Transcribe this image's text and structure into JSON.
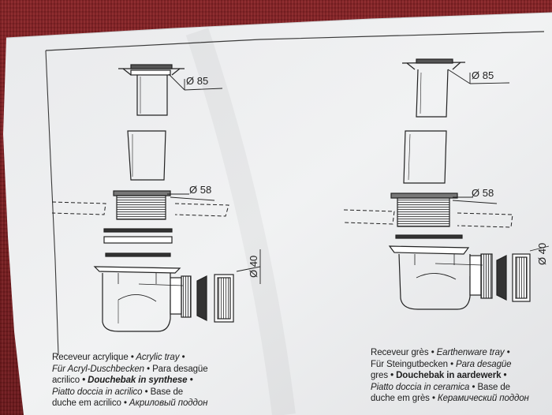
{
  "diagram_left": {
    "dim_85": "Ø 85",
    "dim_58": "Ø 58",
    "dim_40": "Ø 40"
  },
  "diagram_right": {
    "dim_85": "Ø 85",
    "dim_58": "Ø 58",
    "dim_40": "Ø 40"
  },
  "caption_left": {
    "l1_a": "Receveur acrylique",
    "l1_b": " • Acrylic tray •",
    "l2_a": "Für Acryl-Duschbecken",
    "l2_b": " • Para desagüe",
    "l3_a": "acrilico",
    "l3_b": " • Douchebak in synthese •",
    "l4_a": "Piatto doccia in acrilico",
    "l4_b": " • Base de",
    "l5_a": "duche em acrilico",
    "l5_b": " • Акриловый поддон"
  },
  "caption_right": {
    "l1_a": "Receveur grès",
    "l1_b": " • Earthenware tray •",
    "l2_a": "Für Steingutbecken",
    "l2_b": " • Para desagüe",
    "l3_a": "gres",
    "l3_b": " • Douchebak in aardewerk •",
    "l4_a": "Piatto doccia in ceramica",
    "l4_b": " • Base de",
    "l5_a": "duche em grès",
    "l5_b": " • Керамический поддон"
  },
  "colors": {
    "paper": "#ecedee",
    "ink": "#222222",
    "cloth": "#7a1d20"
  }
}
